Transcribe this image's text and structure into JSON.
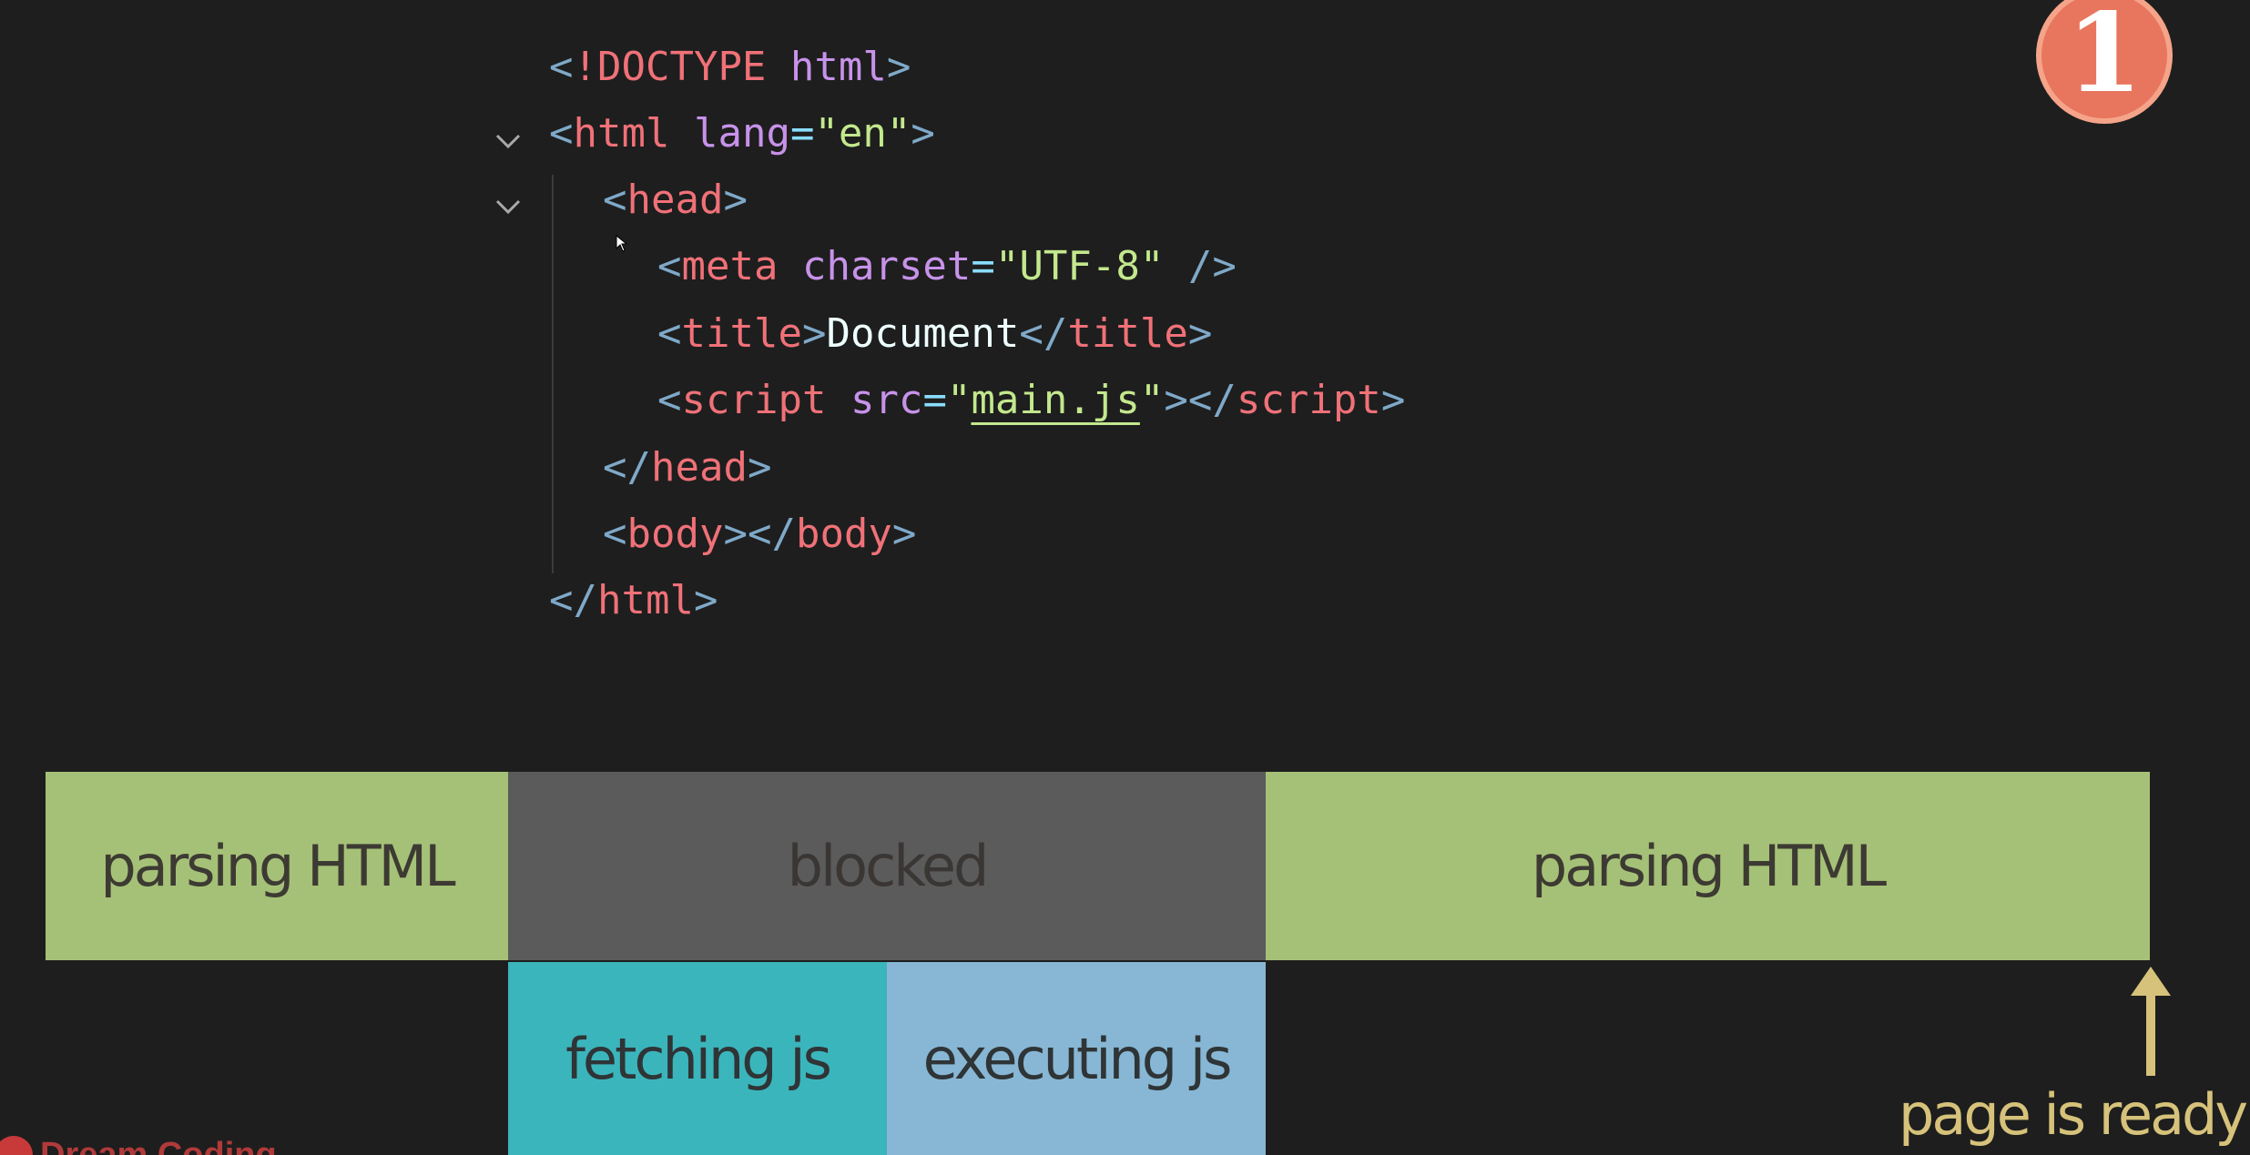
{
  "code": {
    "lines": [
      {
        "tokens": [
          [
            "bracket",
            "<"
          ],
          [
            "doctype",
            "!DOCTYPE"
          ],
          [
            "plain",
            " "
          ],
          [
            "doctype-kw",
            "html"
          ],
          [
            "bracket",
            ">"
          ]
        ]
      },
      {
        "tokens": [
          [
            "bracket",
            "<"
          ],
          [
            "tag",
            "html"
          ],
          [
            "plain",
            " "
          ],
          [
            "attr",
            "lang"
          ],
          [
            "eq",
            "="
          ],
          [
            "str",
            "\"en\""
          ],
          [
            "bracket",
            ">"
          ]
        ]
      },
      {
        "tokens": [
          [
            "bracket",
            "<"
          ],
          [
            "tag",
            "head"
          ],
          [
            "bracket",
            ">"
          ]
        ]
      },
      {
        "tokens": [
          [
            "bracket",
            "<"
          ],
          [
            "tag",
            "meta"
          ],
          [
            "plain",
            " "
          ],
          [
            "attr",
            "charset"
          ],
          [
            "eq",
            "="
          ],
          [
            "str",
            "\"UTF-8\""
          ],
          [
            "plain",
            " "
          ],
          [
            "bracket",
            "/>"
          ]
        ]
      },
      {
        "tokens": [
          [
            "bracket",
            "<"
          ],
          [
            "tag",
            "title"
          ],
          [
            "bracket",
            ">"
          ],
          [
            "text",
            "Document"
          ],
          [
            "bracket",
            "</"
          ],
          [
            "tag",
            "title"
          ],
          [
            "bracket",
            ">"
          ]
        ]
      },
      {
        "tokens": [
          [
            "bracket",
            "<"
          ],
          [
            "tag",
            "script"
          ],
          [
            "plain",
            " "
          ],
          [
            "attr",
            "src"
          ],
          [
            "eq",
            "="
          ],
          [
            "str",
            "\""
          ],
          [
            "link",
            "main.js"
          ],
          [
            "str",
            "\""
          ],
          [
            "bracket",
            "></"
          ],
          [
            "tag",
            "script"
          ],
          [
            "bracket",
            ">"
          ]
        ]
      },
      {
        "tokens": [
          [
            "bracket",
            "</"
          ],
          [
            "tag",
            "head"
          ],
          [
            "bracket",
            ">"
          ]
        ]
      },
      {
        "tokens": [
          [
            "bracket",
            "<"
          ],
          [
            "tag",
            "body"
          ],
          [
            "bracket",
            "></"
          ],
          [
            "tag",
            "body"
          ],
          [
            "bracket",
            ">"
          ]
        ]
      },
      {
        "tokens": [
          [
            "bracket",
            "</"
          ],
          [
            "tag",
            "html"
          ],
          [
            "bracket",
            ">"
          ]
        ]
      }
    ]
  },
  "badge": {
    "text": "1",
    "color": "#e8765e"
  },
  "timeline": {
    "parsing_1": "parsing HTML",
    "blocked": "blocked",
    "parsing_2": "parsing HTML",
    "fetching": "fetching js",
    "executing": "executing js",
    "ready": "page is ready",
    "colors": {
      "parsing": "#a5c177",
      "blocked": "#5b5b5b",
      "fetching": "#3bb5bc",
      "executing": "#87b7d4",
      "ready": "#d6c27a"
    }
  },
  "watermark": {
    "text": "Dream Coding"
  }
}
